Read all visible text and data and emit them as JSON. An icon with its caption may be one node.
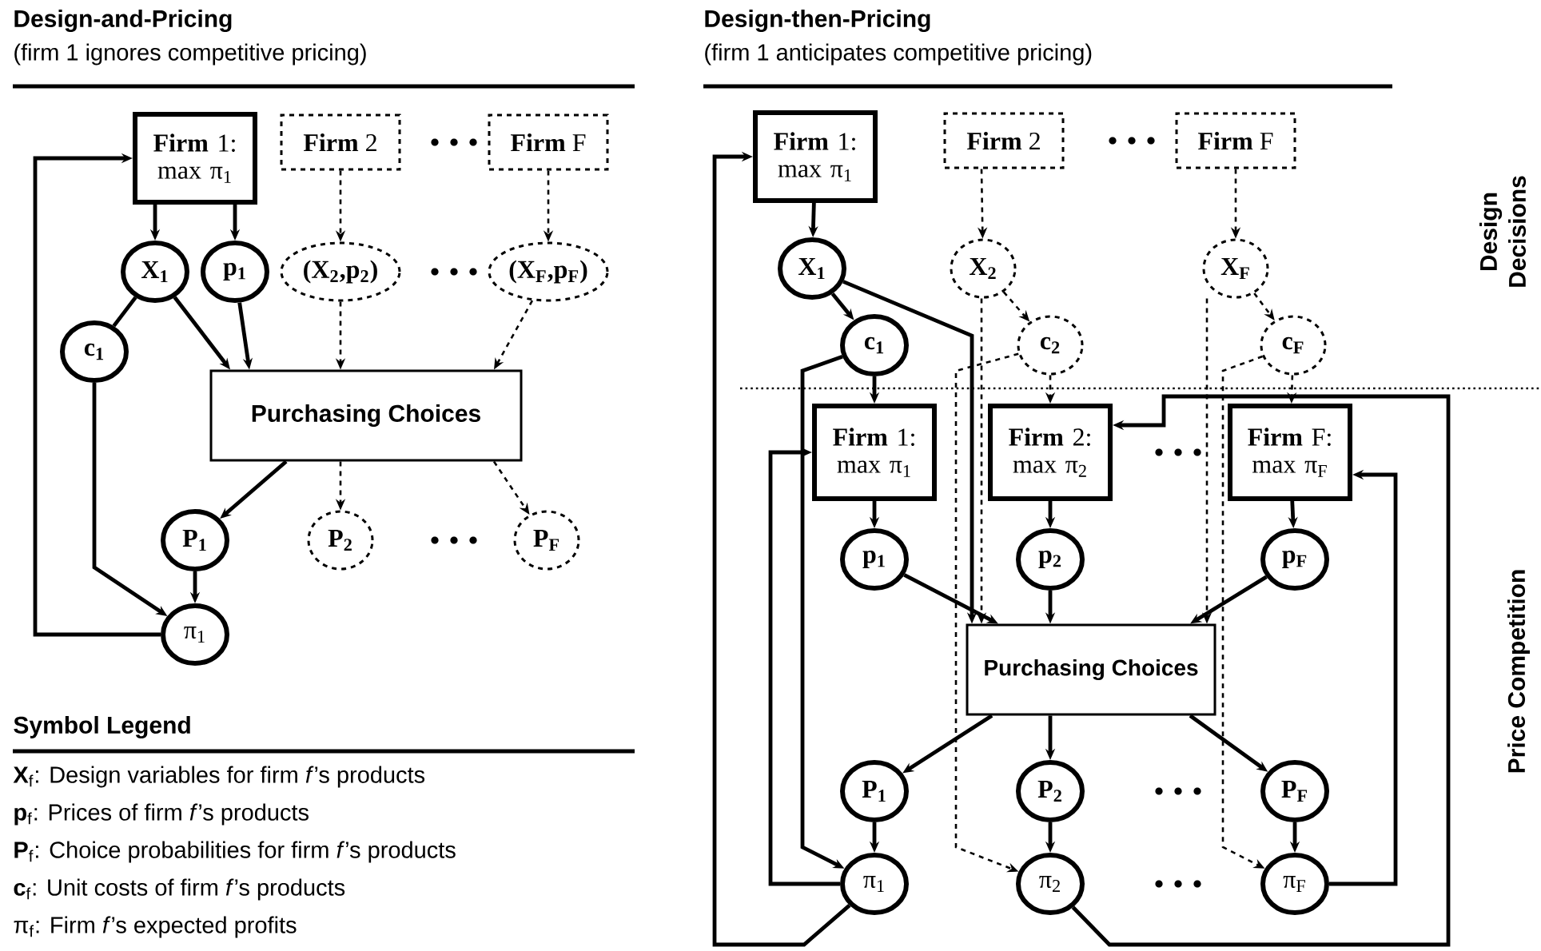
{
  "diagram": {
    "nodes": [
      {
        "text": [
          "**Firm** 1: max π$_{1}$"
        ]
      },
      {
        "text": [
          "**Firm** 2"
        ]
      },
      {
        "text": [
          "**Firm** F"
        ]
      },
      {
        "text": [
          "X$_{1}$"
        ]
      },
      {
        "text": [
          "p$_{1}$"
        ]
      },
      {
        "text": [
          "(X$_{2}$,p$_{2}$)"
        ]
      },
      {
        "text": [
          "(X$_{F}$,p$_{F}$)"
        ]
      },
      {
        "text": [
          "c$_{1}$"
        ]
      },
      {
        "text": [
          "Purchasing Choices"
        ]
      },
      {
        "text": [
          "P$_{1}$"
        ]
      },
      {
        "text": [
          "P$_{2}$"
        ]
      },
      {
        "text": [
          "P$_{F}$"
        ]
      },
      {
        "text": [
          "π$_{1}$"
        ]
      },
      {
        "text": [
          "**Firm** 1: max π$_{1}$"
        ]
      },
      {
        "text": [
          "**Firm** 2"
        ]
      },
      {
        "text": [
          "**Firm** F"
        ]
      },
      {
        "text": [
          "X$_{1}$"
        ]
      },
      {
        "text": [
          "X$_{2}$"
        ]
      },
      {
        "text": [
          "X$_{F}$"
        ]
      },
      {
        "text": [
          "c$_{1}$"
        ]
      },
      {
        "text": [
          "c$_{2}$"
        ]
      },
      {
        "text": [
          "c$_{F}$"
        ]
      },
      {
        "text": [
          "**Firm** 1: max π$_{1}$"
        ]
      },
      {
        "text": [
          "**Firm** 2: max π$_{2}$"
        ]
      },
      {
        "text": [
          "**Firm** F: max π$_{F}$"
        ]
      },
      {
        "text": [
          "p$_{1}$"
        ]
      },
      {
        "text": [
          "p$_{2}$"
        ]
      },
      {
        "text": [
          "p$_{F}$"
        ]
      },
      {
        "text": [
          "Purchasing Choices"
        ]
      },
      {
        "text": [
          "P$_{1}$"
        ]
      },
      {
        "text": [
          "P$_{2}$"
        ]
      },
      {
        "text": [
          "P$_{F}$"
        ]
      },
      {
        "text": [
          "π$_{1}$"
        ]
      },
      {
        "text": [
          "π$_{2}$"
        ]
      },
      {
        "text": [
          "π$_{F}$"
        ]
      }
    ],
    "edges": [
      {
        "from": 0,
        "to": 3,
        "arrow": "to"
      },
      {
        "from": 0,
        "to": 4,
        "arrow": "to"
      },
      {
        "from": 1,
        "to": 5,
        "arrow": "to",
        "style": "dashed"
      },
      {
        "from": 2,
        "to": 6,
        "arrow": "to",
        "style": "dashed"
      },
      {
        "from": 3,
        "to": 7,
        "arrow": "none"
      },
      {
        "from": 3,
        "to": 8,
        "arrow": "to"
      },
      {
        "from": 4,
        "to": 8,
        "arrow": "to"
      },
      {
        "from": 5,
        "to": 8,
        "arrow": "to",
        "style": "dashed"
      },
      {
        "from": 6,
        "to": 8,
        "arrow": "to",
        "style": "dashed"
      },
      {
        "from": 8,
        "to": 9,
        "arrow": "to"
      },
      {
        "from": 8,
        "to": 10,
        "arrow": "to",
        "style": "dashed"
      },
      {
        "from": 8,
        "to": 11,
        "arrow": "to",
        "style": "dashed"
      },
      {
        "from": 9,
        "to": 12,
        "arrow": "to"
      },
      {
        "from": 7,
        "to": 12,
        "arrow": "to"
      },
      {
        "from": 12,
        "to": 0,
        "arrow": "to"
      },
      {
        "from": 13,
        "to": 16,
        "arrow": "to"
      },
      {
        "from": 14,
        "to": 17,
        "arrow": "to",
        "style": "dashed"
      },
      {
        "from": 15,
        "to": 18,
        "arrow": "to",
        "style": "dashed"
      },
      {
        "from": 16,
        "to": 19,
        "arrow": "to"
      },
      {
        "from": 17,
        "to": 20,
        "arrow": "to",
        "style": "dashed"
      },
      {
        "from": 18,
        "to": 21,
        "arrow": "to",
        "style": "dashed"
      },
      {
        "from": 16,
        "to": 28,
        "arrow": "to"
      },
      {
        "from": 17,
        "to": 28,
        "arrow": "to",
        "style": "dashed"
      },
      {
        "from": 18,
        "to": 28,
        "arrow": "to",
        "style": "dashed"
      },
      {
        "from": 19,
        "to": 22,
        "arrow": "to"
      },
      {
        "from": 20,
        "to": 23,
        "arrow": "to",
        "style": "dashed"
      },
      {
        "from": 21,
        "to": 24,
        "arrow": "to",
        "style": "dashed"
      },
      {
        "from": 19,
        "to": 32,
        "arrow": "to"
      },
      {
        "from": 20,
        "to": 33,
        "arrow": "to",
        "style": "dashed"
      },
      {
        "from": 21,
        "to": 34,
        "arrow": "to",
        "style": "dashed"
      },
      {
        "from": 22,
        "to": 25,
        "arrow": "to"
      },
      {
        "from": 23,
        "to": 26,
        "arrow": "to"
      },
      {
        "from": 24,
        "to": 27,
        "arrow": "to"
      },
      {
        "from": 25,
        "to": 28,
        "arrow": "to"
      },
      {
        "from": 26,
        "to": 28,
        "arrow": "to"
      },
      {
        "from": 27,
        "to": 28,
        "arrow": "to"
      },
      {
        "from": 28,
        "to": 29,
        "arrow": "to"
      },
      {
        "from": 28,
        "to": 30,
        "arrow": "to"
      },
      {
        "from": 28,
        "to": 31,
        "arrow": "to"
      },
      {
        "from": 29,
        "to": 32,
        "arrow": "to"
      },
      {
        "from": 30,
        "to": 33,
        "arrow": "to"
      },
      {
        "from": 31,
        "to": 34,
        "arrow": "to"
      },
      {
        "from": 32,
        "to": 22,
        "arrow": "to"
      },
      {
        "from": 34,
        "to": 24,
        "arrow": "to"
      },
      {
        "from": 32,
        "to": 13,
        "arrow": "to"
      },
      {
        "from": 33,
        "to": 23,
        "arrow": "to"
      }
    ],
    "labels": [
      "Design-and-Pricing",
      "(firm 1 ignores competitive pricing)",
      "Design-then-Pricing",
      "(firm 1 anticipates competitive pricing)",
      "Design Decisions",
      "Price Competition",
      "Symbol Legend",
      "**X**$_{f}$:  Design variables for firm *f*’s products",
      "**p**$_{f}$:  Prices of firm *f*’s products",
      "**P**$_{f}$:  Choice probabilities for firm *f*’s products",
      "**c**$_{f}$:  Unit costs of firm *f*’s products",
      "π$_{f}$:  Firm *f*’s expected profits"
    ]
  }
}
